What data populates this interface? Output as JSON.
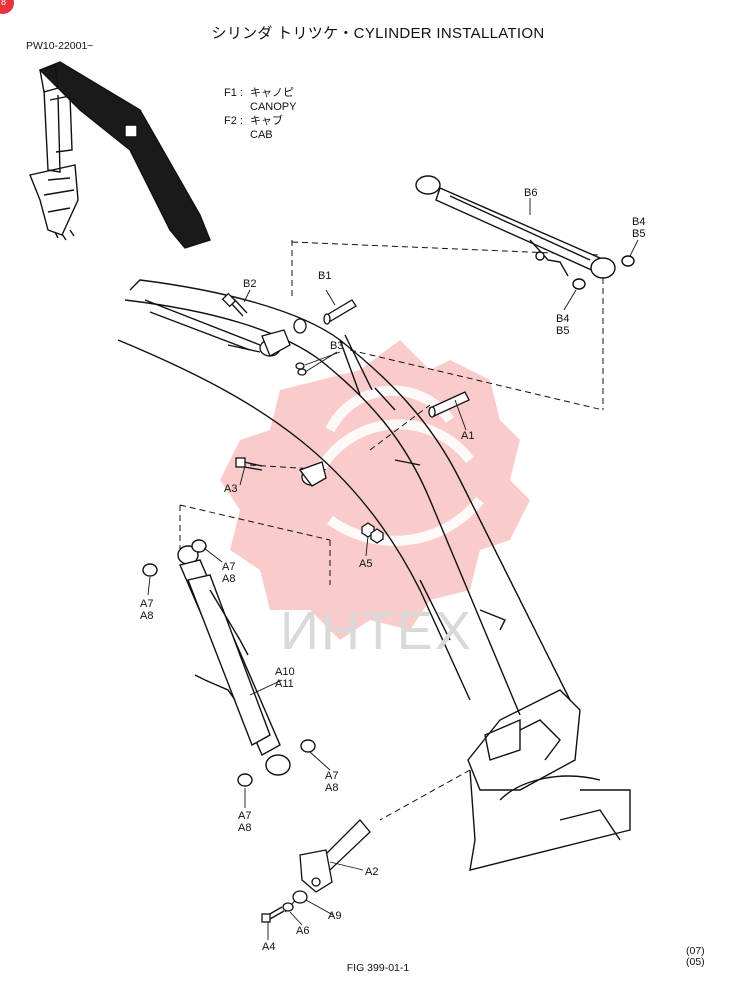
{
  "header": {
    "title": "シリンダ トリツケ・CYLINDER INSTALLATION",
    "serial": "PW10-22001~"
  },
  "legend": [
    {
      "code": "F1 :",
      "jp": "キャノピ",
      "en": "CANOPY"
    },
    {
      "code": "F2 :",
      "jp": "キャブ",
      "en": "CAB"
    }
  ],
  "callouts": {
    "b1": "B1",
    "b2": "B2",
    "b3": "B3",
    "b4a": "B4",
    "b5a": "B5",
    "b4b": "B4",
    "b5b": "B5",
    "b6": "B6",
    "a1": "A1",
    "a2": "A2",
    "a3": "A3",
    "a4": "A4",
    "a5": "A5",
    "a6": "A6",
    "a9": "A9",
    "a7a": "A7",
    "a8a": "A8",
    "a7b": "A7",
    "a8b": "A8",
    "a7c": "A7",
    "a8c": "A8",
    "a7d": "A7",
    "a8d": "A8",
    "a10": "A10",
    "a11": "A11"
  },
  "footer": {
    "fig": "FIG  399-01-1",
    "rev1": "(07)",
    "rev2": "(05)"
  },
  "watermark": {
    "text": "ИНТЕХ",
    "color": "#f08a8a"
  },
  "badge": {
    "text": "8",
    "color": "#e8323c"
  }
}
